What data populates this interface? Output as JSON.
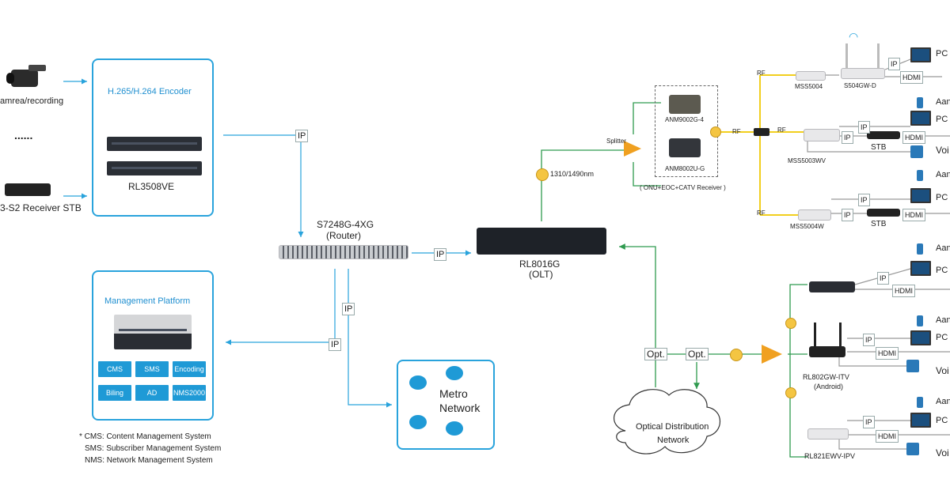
{
  "sources": {
    "camera_label": "amrea/recording",
    "dots": "......",
    "stb_label": "3-S2 Receiver STB"
  },
  "encoder": {
    "title": "H.265/H.264 Encoder",
    "dots": "......",
    "model": "RL3508VE"
  },
  "router": {
    "name": "S7248G-4XG",
    "role": "(Router)"
  },
  "olt": {
    "name": "RL8016G",
    "role": "(OLT)"
  },
  "management": {
    "title": "Management Platform",
    "buttons": [
      "CMS",
      "SMS",
      "Encoding",
      "Biling",
      "AD",
      "NMS2000"
    ],
    "notes": [
      "* CMS: Content Management System",
      "SMS: Subscriber Management System",
      "NMS: Network Management System"
    ]
  },
  "metro": {
    "line1": "Metro",
    "line2": "Network"
  },
  "odn": {
    "line1": "Optical Distribution",
    "line2": "Network"
  },
  "link_labels": {
    "ip": "IP",
    "opt": "Opt.",
    "wavelength": "1310/1490nm",
    "splitter": "Splitter",
    "rf": "RF",
    "hdmi": "HDMI"
  },
  "onu_group": {
    "unit_a": "ANM9002G-4",
    "unit_b": "ANM8002U-G",
    "caption": "( ONU+EOC+CATV Receiver )"
  },
  "cpe": {
    "mss5004": "MSS5004",
    "s504gw": "S504GW-D",
    "mss5003wv": "MSS5003WV",
    "mss5004w": "MSS5004W",
    "stb": "STB",
    "rl802": "RL802GW-ITV",
    "rl802_sub": "(Android)",
    "rl821": "RL821EWV-IPV"
  },
  "endpoints": {
    "pc": "PC",
    "aan": "Aan",
    "voi": "Voi"
  },
  "colors": {
    "accent": "#29a3dc",
    "green": "#2f9a4f",
    "yellow": "#f2cf1e",
    "orange": "#f0a020",
    "gray": "#9a9a9a"
  }
}
